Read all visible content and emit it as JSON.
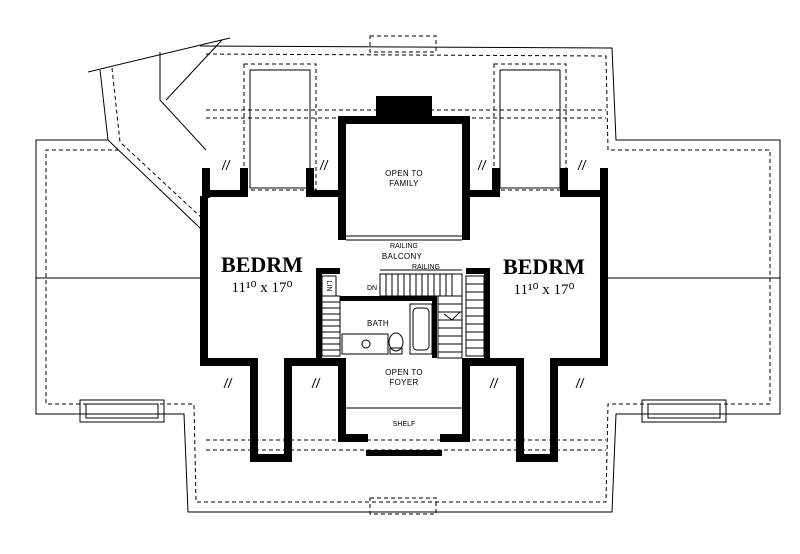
{
  "rooms": {
    "left_bedroom": {
      "name": "BEDRM",
      "dim": "11¹⁰ x 17⁰"
    },
    "right_bedroom": {
      "name": "BEDRM",
      "dim": "11¹⁰ x 17⁰"
    }
  },
  "labels": {
    "open_to_family_1": "OPEN TO",
    "open_to_family_2": "FAMILY",
    "railing_top": "RAILING",
    "balcony": "BALCONY",
    "railing_stair": "RAILING",
    "dn": "DN",
    "lin": "LIN",
    "bath": "BATH",
    "open_to_foyer_1": "OPEN TO",
    "open_to_foyer_2": "FOYER",
    "shelf": "SHELF"
  }
}
